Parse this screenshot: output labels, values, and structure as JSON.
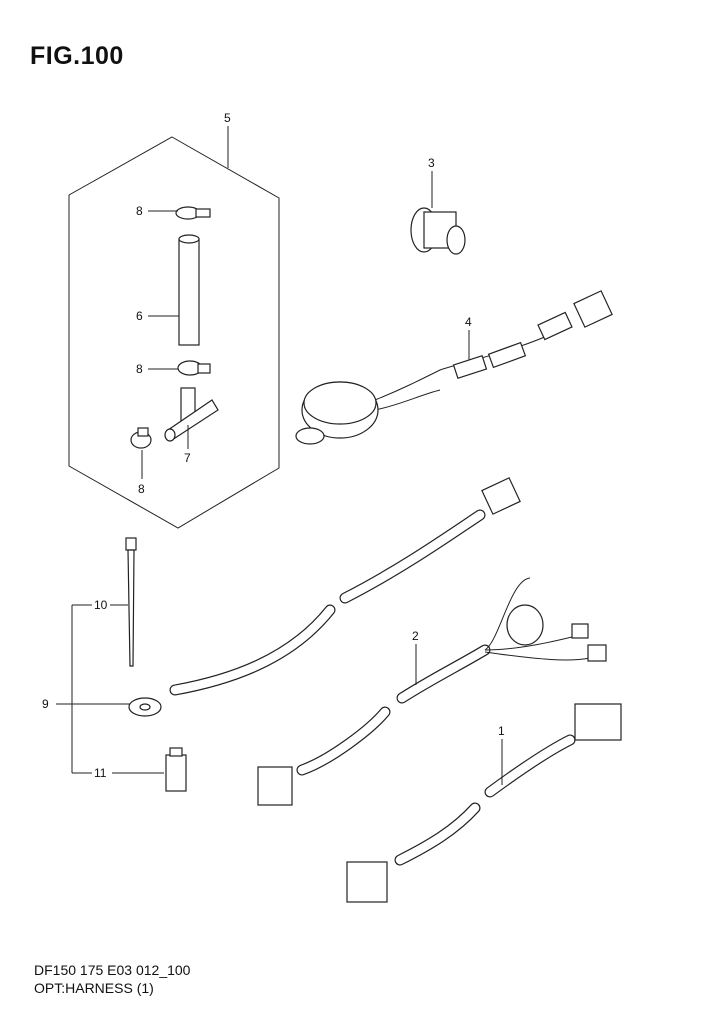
{
  "figure": {
    "title": "FIG.100"
  },
  "footer": {
    "code": "DF150 175 E03 012_100",
    "name": "OPT:HARNESS (1)"
  },
  "callouts": {
    "c5": "5",
    "c3": "3",
    "c8a": "8",
    "c6": "6",
    "c8b": "8",
    "c7": "7",
    "c8c": "8",
    "c4": "4",
    "c10": "10",
    "c9": "9",
    "c11": "11",
    "c2": "2",
    "c1": "1"
  }
}
